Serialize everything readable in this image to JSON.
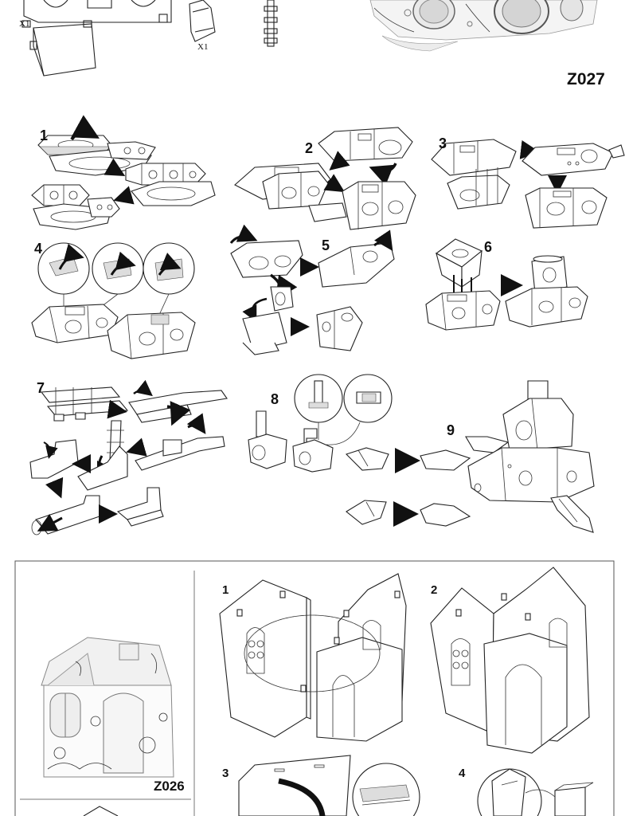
{
  "top_section": {
    "multiplier_labels": [
      "X1",
      "X1"
    ],
    "model_code": "Z027"
  },
  "submarine_steps": [
    {
      "number": "1"
    },
    {
      "number": "2"
    },
    {
      "number": "3"
    },
    {
      "number": "4"
    },
    {
      "number": "5"
    },
    {
      "number": "6"
    },
    {
      "number": "7"
    },
    {
      "number": "8"
    },
    {
      "number": "9"
    }
  ],
  "house_panel": {
    "model_code": "Z026",
    "steps": [
      {
        "number": "1"
      },
      {
        "number": "2"
      },
      {
        "number": "3"
      },
      {
        "number": "4"
      }
    ]
  }
}
